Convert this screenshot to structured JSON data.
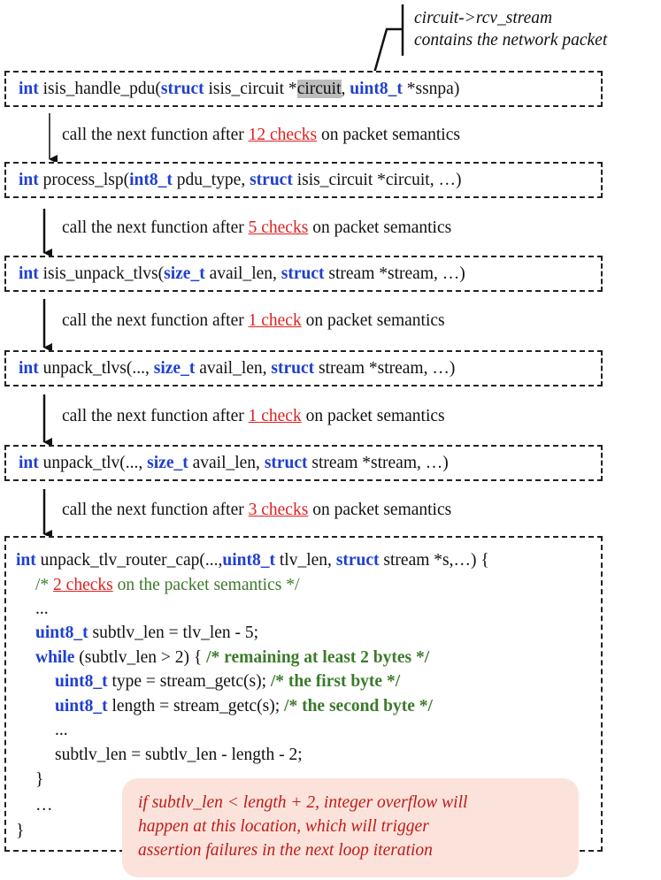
{
  "annotation": {
    "line1": "circuit->rcv_stream",
    "line2": "contains the network packet"
  },
  "functions": [
    {
      "kw1": "int",
      "t1": " isis_handle_pdu(",
      "kw2": "struct",
      "t2": " isis_circuit *",
      "hl": "circuit",
      "t3": ", ",
      "kw3": "uint8_t",
      "t4": " *ssnpa)"
    },
    {
      "kw1": "int",
      "t1": " process_lsp(",
      "kw2": "int8_t",
      "t2": " pdu_type, ",
      "kw3": "struct",
      "t3": " isis_circuit *circuit, …)"
    },
    {
      "kw1": "int",
      "t1": " isis_unpack_tlvs(",
      "kw2": "size_t",
      "t2": " avail_len, ",
      "kw3": "struct",
      "t3": " stream *stream, …)"
    },
    {
      "kw1": "int",
      "t1": " unpack_tlvs(..., ",
      "kw2": "size_t",
      "t2": " avail_len, ",
      "kw3": "struct",
      "t3": " stream *stream, …)"
    },
    {
      "kw1": "int",
      "t1": " unpack_tlv(..., ",
      "kw2": "size_t",
      "t2": " avail_len, ",
      "kw3": "struct",
      "t3": " stream *stream, …)"
    }
  ],
  "steps": [
    {
      "pre": "call the next function after ",
      "checks": "12 checks",
      "post": " on packet semantics"
    },
    {
      "pre": "call the next function after ",
      "checks": "5 checks",
      "post": " on packet semantics"
    },
    {
      "pre": "call the next function after ",
      "checks": "1 check",
      "post": " on packet semantics"
    },
    {
      "pre": "call the next function after ",
      "checks": "1 check",
      "post": " on packet semantics"
    },
    {
      "pre": "call the next function after ",
      "checks": "3 checks",
      "post": " on packet semantics"
    }
  ],
  "code": {
    "l1": {
      "kw1": "int",
      "t1": " unpack_tlv_router_cap(...,",
      "kw2": "uint8_t",
      "t2": " tlv_len, ",
      "kw3": "struct",
      "t3": " stream *s,…) {"
    },
    "l2": {
      "c1": "/* ",
      "checks": "2 checks",
      "c2": " on the packet semantics */"
    },
    "l3": "...",
    "l4": {
      "kw": "uint8_t",
      "t": " subtlv_len = tlv_len - 5;"
    },
    "l5": {
      "kw": "while",
      "t": " (subtlv_len > 2) { ",
      "c": "/* remaining at least 2 bytes */"
    },
    "l6": {
      "kw": "uint8_t",
      "t": " type = stream_getc(s); ",
      "c": "/* the first byte */"
    },
    "l7": {
      "kw": "uint8_t",
      "t": " length = stream_getc(s); ",
      "c": "/* the second byte */"
    },
    "l8": "...",
    "l9": "subtlv_len = subtlv_len - length - 2;",
    "l10": "}",
    "l11": "…",
    "l12": "}"
  },
  "note": {
    "line1": "if subtlv_len < length + 2, integer overflow will",
    "line2": "happen at this location, which will trigger",
    "line3": "assertion failures in the next loop iteration"
  },
  "colors": {
    "keyword": "#1f3fd1",
    "comment": "#3c7a2b",
    "highlight": "#e02020",
    "note_bg": "#fbe3db",
    "explosion": "#ee1111"
  }
}
